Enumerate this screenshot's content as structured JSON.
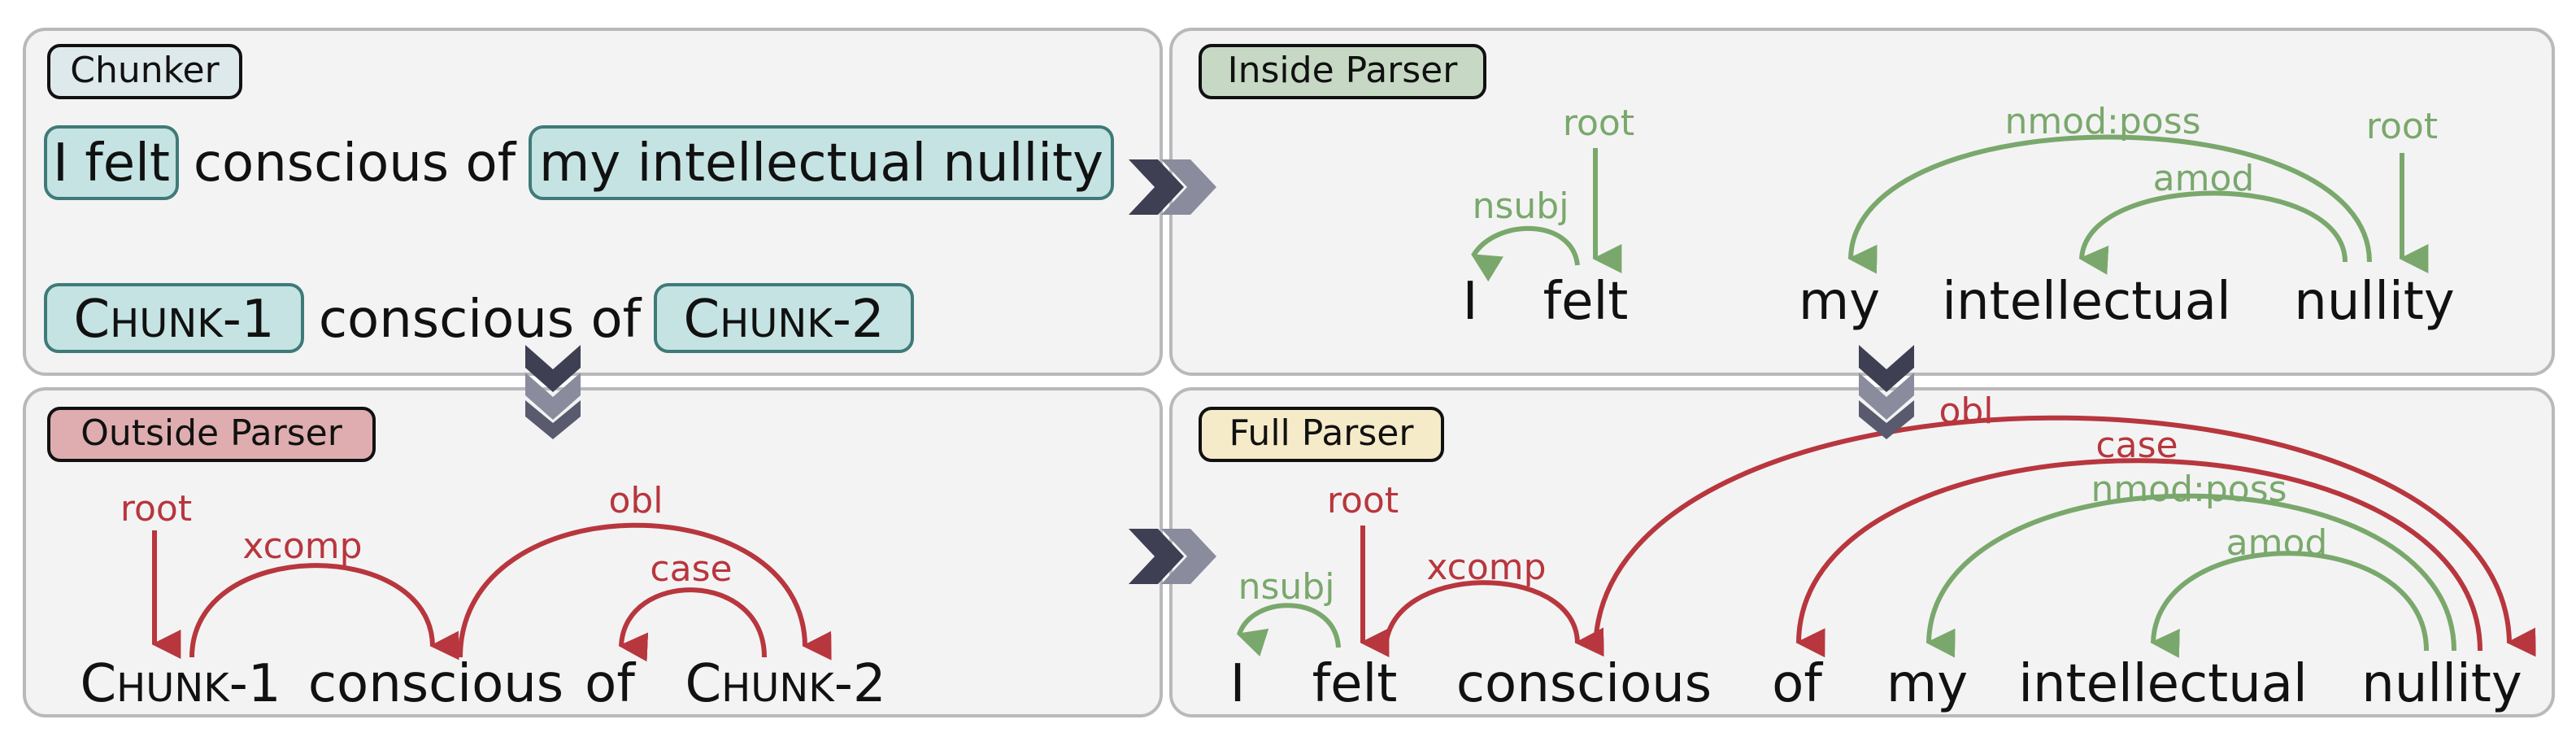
{
  "colors": {
    "panel_bg": "#f3f3f4",
    "panel_border": "#b9b9bc",
    "chunk_fill": "#c5e3e2",
    "chunk_stroke": "#3f7a78",
    "green": "#7aa86c",
    "red": "#b8363d",
    "chevron": "#5a5a6e",
    "chevron_dark": "#3e3f52",
    "inside_title_bg": "#c7d9c5",
    "outside_title_bg": "#dfadaf",
    "full_title_bg": "#f5ebc8",
    "chunker_title_bg": "#dde9eb"
  },
  "chunker": {
    "title": "Chunker",
    "line1": [
      "I felt",
      "conscious of",
      "my intellectual nullity"
    ],
    "line2": {
      "chunk1": {
        "prefix": "C",
        "smallcaps": "HUNK",
        "suffix": "-1"
      },
      "middle": "conscious of",
      "chunk2": {
        "prefix": "C",
        "smallcaps": "HUNK",
        "suffix": "-2"
      }
    }
  },
  "inside_parser": {
    "title": "Inside Parser",
    "tokens": [
      "I",
      "felt",
      "my",
      "intellectual",
      "nullity"
    ],
    "relations": [
      "nsubj",
      "root",
      "nmod:poss",
      "amod",
      "root"
    ]
  },
  "outside_parser": {
    "title": "Outside Parser",
    "tokens": [
      {
        "prefix": "C",
        "smallcaps": "HUNK",
        "suffix": "-1"
      },
      "conscious",
      "of",
      {
        "prefix": "C",
        "smallcaps": "HUNK",
        "suffix": "-2"
      }
    ],
    "relations": [
      "root",
      "xcomp",
      "obl",
      "case"
    ]
  },
  "full_parser": {
    "title": "Full Parser",
    "tokens": [
      "I",
      "felt",
      "conscious",
      "of",
      "my",
      "intellectual",
      "nullity"
    ],
    "relations": [
      "root",
      "nsubj",
      "xcomp",
      "obl",
      "case",
      "nmod:poss",
      "amod"
    ]
  }
}
